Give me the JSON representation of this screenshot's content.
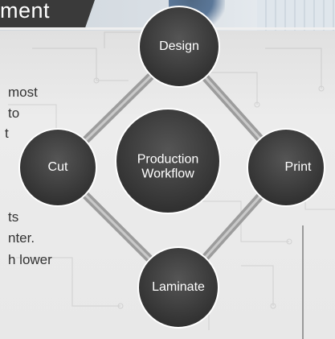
{
  "header": {
    "title_fragment": "ment"
  },
  "body_text": [
    "most",
    "to",
    "t",
    "ts",
    "nter.",
    "h lower"
  ],
  "diagram": {
    "center": {
      "line1": "Production",
      "line2": "Workflow"
    },
    "nodes": [
      {
        "id": "design",
        "label": "Design"
      },
      {
        "id": "print",
        "label": "Print"
      },
      {
        "id": "laminate",
        "label": "Laminate"
      },
      {
        "id": "cut",
        "label": "Cut"
      }
    ],
    "colors": {
      "node_fill": "#3b3b3b",
      "node_edge": "#ffffff",
      "ring": "#9c9c9c"
    }
  }
}
